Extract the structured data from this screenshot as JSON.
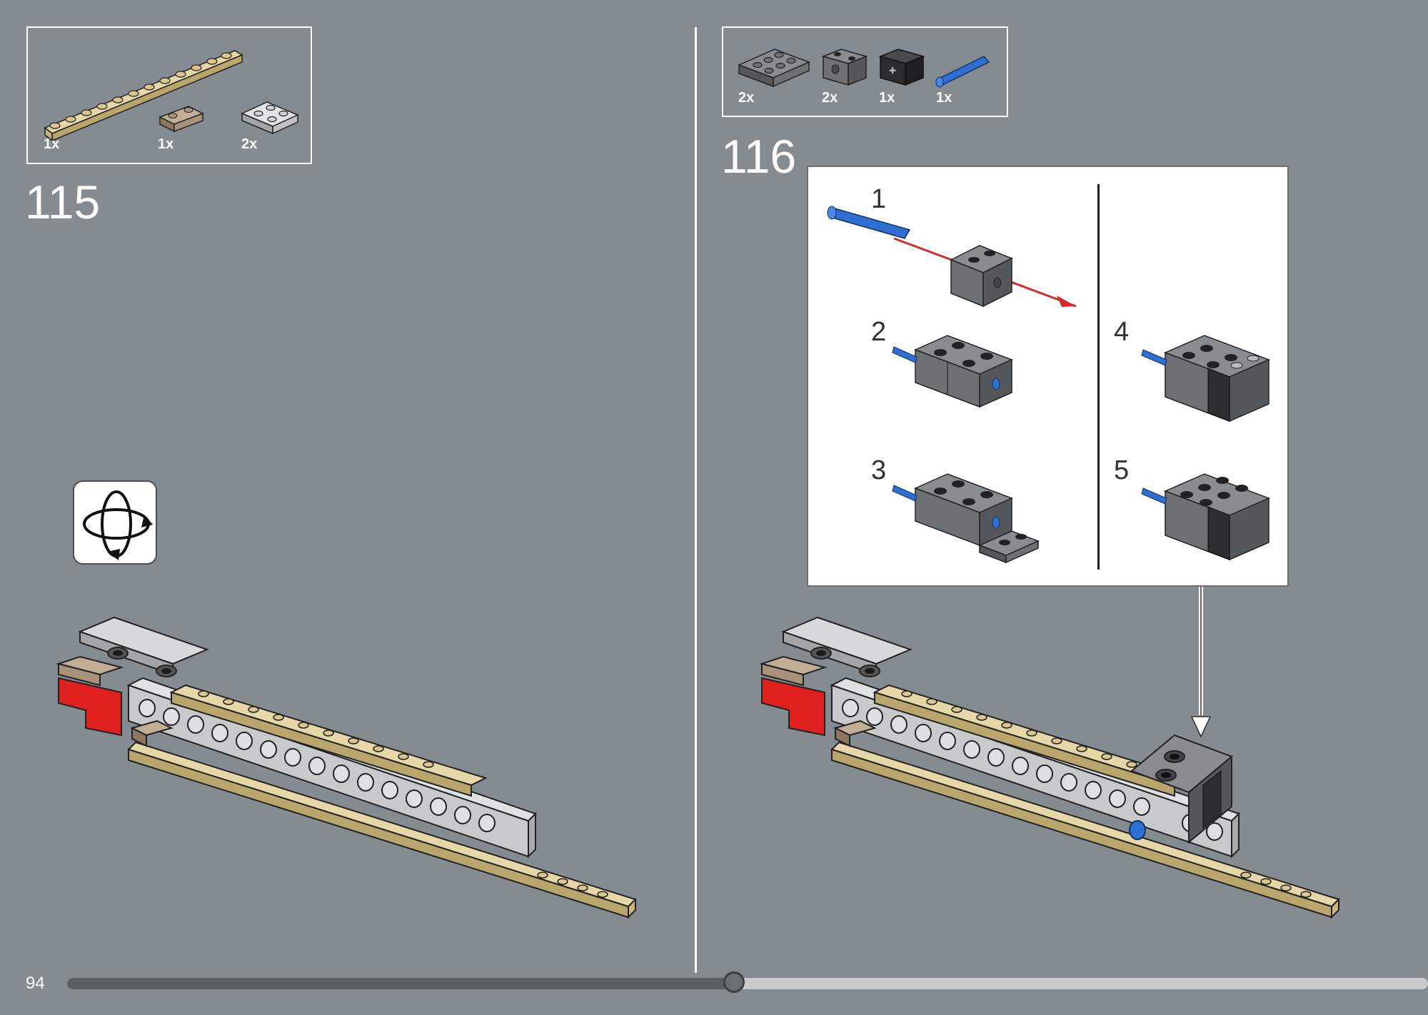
{
  "left_step": {
    "number": "115",
    "parts": [
      {
        "name": "tan-plate-1x12",
        "qty": "1x",
        "color": "#d9c58d"
      },
      {
        "name": "dark-tan-plate-1x2",
        "qty": "1x",
        "color": "#a8937a"
      },
      {
        "name": "light-gray-plate-2x2",
        "qty": "2x",
        "color": "#c8cacb"
      }
    ],
    "rotate_icon": "rotate-model-icon"
  },
  "right_step": {
    "number": "116",
    "parts": [
      {
        "name": "dark-gray-plate-2x3",
        "qty": "2x",
        "color": "#6e7174"
      },
      {
        "name": "dark-gray-technic-brick-1x2",
        "qty": "2x",
        "color": "#6e7174"
      },
      {
        "name": "black-technic-brick-axle-hole",
        "qty": "1x",
        "color": "#2c2d2f"
      },
      {
        "name": "blue-technic-pin",
        "qty": "1x",
        "color": "#2f6ed3"
      }
    ],
    "substeps": [
      {
        "label": "1"
      },
      {
        "label": "2"
      },
      {
        "label": "3"
      },
      {
        "label": "4"
      },
      {
        "label": "5"
      }
    ]
  },
  "footer": {
    "page_number": "94",
    "progress": 0.49
  },
  "colors": {
    "background": "#858c91",
    "red": "#e01f1f",
    "arrow_red": "#d62b2b",
    "tan": "#d9c58d",
    "light_gray": "#c8cacb",
    "dark_gray": "#6e7174",
    "blue": "#2f6ed3"
  }
}
